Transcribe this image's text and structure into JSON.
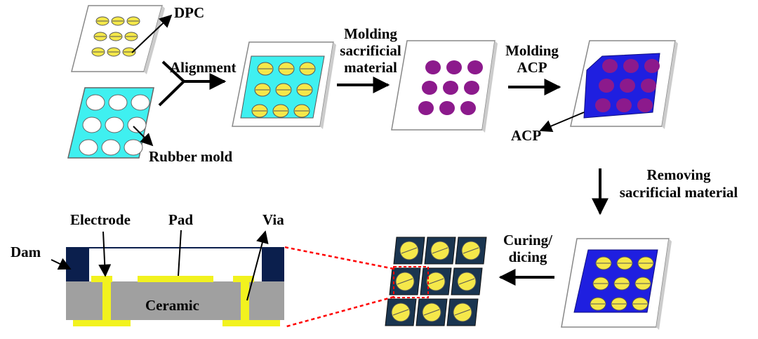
{
  "labels": {
    "dpc": "DPC",
    "rubber_mold": "Rubber mold",
    "alignment": "Alignment",
    "molding_sacrificial": [
      "Molding",
      "sacrificial",
      "material"
    ],
    "molding_acp": [
      "Molding",
      "ACP"
    ],
    "acp": "ACP",
    "removing_sacrificial": [
      "Removing",
      "sacrificial material"
    ],
    "curing_dicing": [
      "Curing/",
      "dicing"
    ],
    "electrode": "Electrode",
    "pad": "Pad",
    "via": "Via",
    "dam": "Dam",
    "ceramic": "Ceramic"
  },
  "colors": {
    "pad_yellow": "#f5e84a",
    "rubber_cyan": "#3ff0f0",
    "sacrificial_purple": "#8c1a8c",
    "acp_blue": "#1f1fe0",
    "dam_navy": "#0b1f4d",
    "ceramic_gray": "#a0a0a0",
    "electrode_yellow": "#f2f21e",
    "link_red": "#ff0000",
    "tile_dark": "#1a3550"
  },
  "icons": {
    "arrow": "right-arrow-icon",
    "down_arrow": "down-arrow-icon",
    "left_arrow": "left-arrow-icon"
  }
}
